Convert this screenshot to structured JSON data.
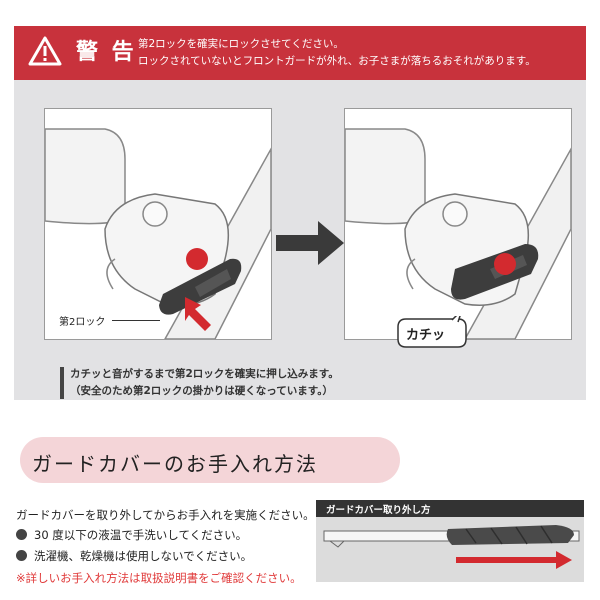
{
  "warning": {
    "title": "警 告",
    "message_line1": "第2ロックを確実にロックさせてください。",
    "message_line2": "ロックされていないとフロントガードが外れ、お子さまが落ちるおそれがあります。",
    "icon": "warning-triangle-icon"
  },
  "diagram": {
    "lock_label": "第2ロック",
    "click_sound": "カチッ",
    "instruction": "カチッと音がするまで第2ロックを確実に押し込みます。",
    "instruction_note": "（安全のため第2ロックの掛かりは硬くなっています。）"
  },
  "care": {
    "title": "ガードカバーのお手入れ方法",
    "intro": "ガードカバーを取り外してからお手入れを実施ください。",
    "items": [
      "30 度以下の液温で手洗いしてください。",
      "洗濯機、乾燥機は使用しないでください。"
    ],
    "note": "※詳しいお手入れ方法は取扱説明書をご確認ください。",
    "removal_title": "ガードカバー取り外し方"
  },
  "colors": {
    "warning_red": "#c8323c",
    "panel_gray": "#e2e2e4",
    "title_pink": "#f4d5d8",
    "note_red": "#e03a3a"
  }
}
